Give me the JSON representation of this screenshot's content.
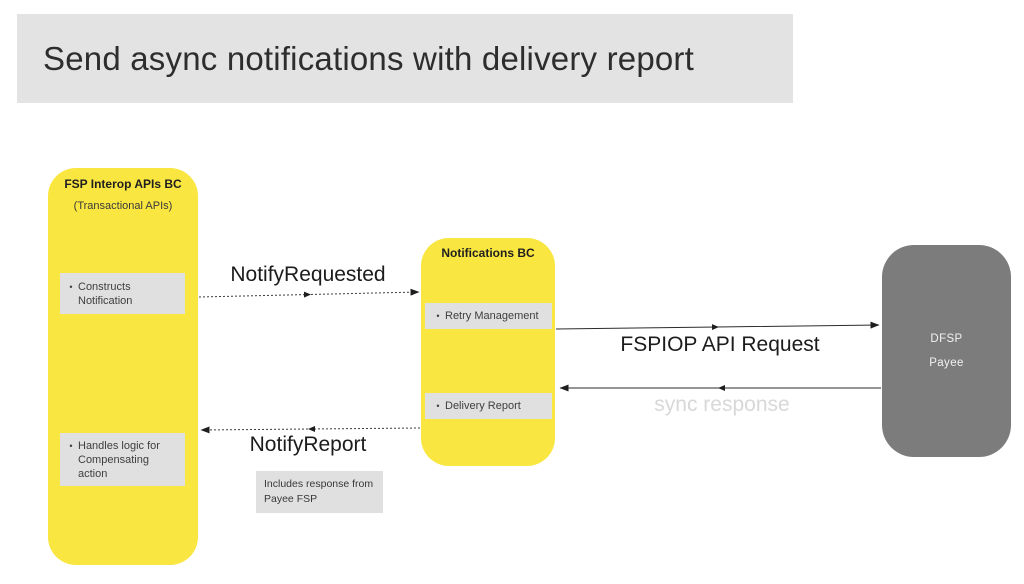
{
  "title": "Send async notifications with delivery report",
  "bullet": "•",
  "nodes": {
    "fsp_interop": {
      "title": "FSP Interop APIs BC",
      "subtitle": "(Transactional APIs)",
      "items": [
        {
          "label": "Constructs Notification"
        },
        {
          "label": "Handles logic for Compensating action"
        }
      ]
    },
    "notifications": {
      "title": "Notifications BC",
      "items": [
        {
          "label": "Retry Management"
        },
        {
          "label": "Delivery Report"
        }
      ]
    },
    "dfsp": {
      "line1": "DFSP",
      "line2": "Payee"
    }
  },
  "arrows": {
    "notify_requested": "NotifyRequested",
    "fspiop_request": "FSPIOP API Request",
    "sync_response": "sync response",
    "notify_report": "NotifyReport"
  },
  "note": "Includes response from Payee FSP",
  "colors": {
    "node_yellow": "#F9E640",
    "node_gray": "#7C7C7C",
    "panel_gray": "#E0E0E0",
    "title_bg": "#E3E3E3",
    "sync_label": "#D8D8D8"
  }
}
